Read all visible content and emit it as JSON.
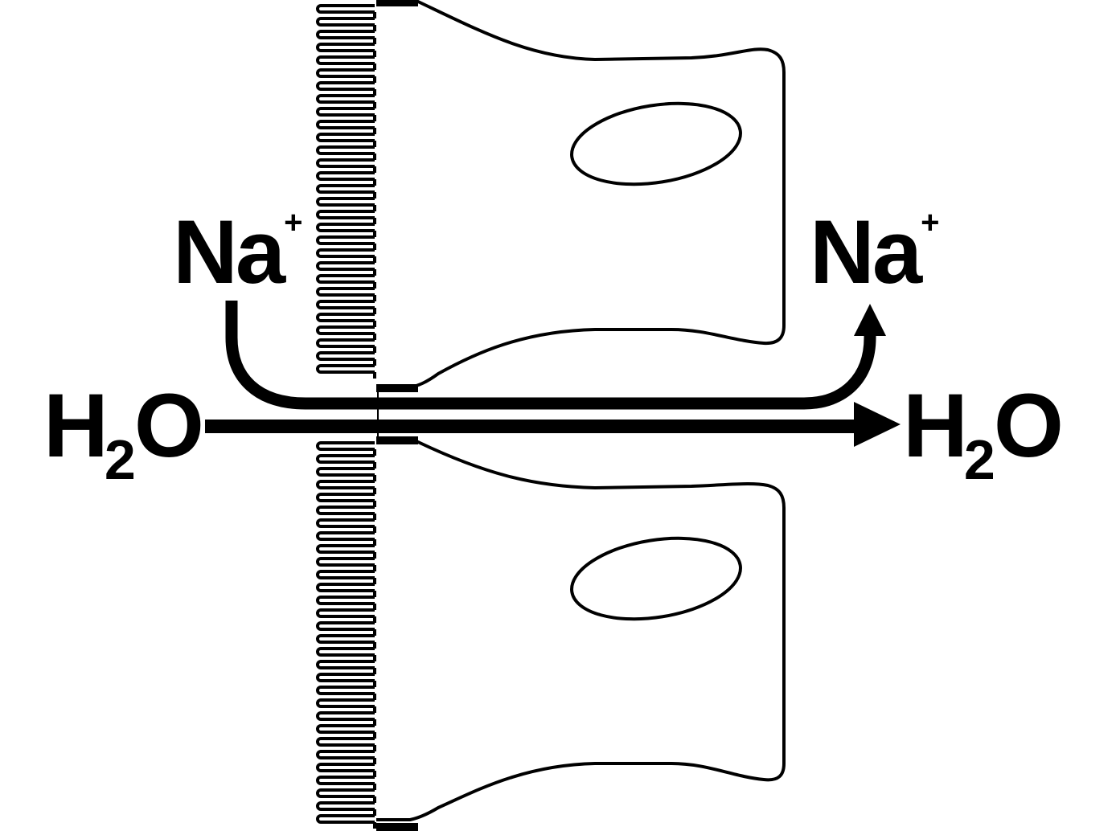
{
  "labels": {
    "na_left": {
      "symbol": "Na",
      "charge": "+"
    },
    "na_right": {
      "symbol": "Na",
      "charge": "+"
    },
    "h2o_left": {
      "h": "H",
      "sub": "2",
      "o": "O"
    },
    "h2o_right": {
      "h": "H",
      "sub": "2",
      "o": "O"
    }
  },
  "colors": {
    "stroke": "#000000",
    "background": "#ffffff"
  },
  "elements": {
    "cells": [
      "upper-epithelial-cell",
      "lower-epithelial-cell"
    ],
    "arrows": [
      "sodium-transport-arrow",
      "water-transport-arrow"
    ]
  }
}
